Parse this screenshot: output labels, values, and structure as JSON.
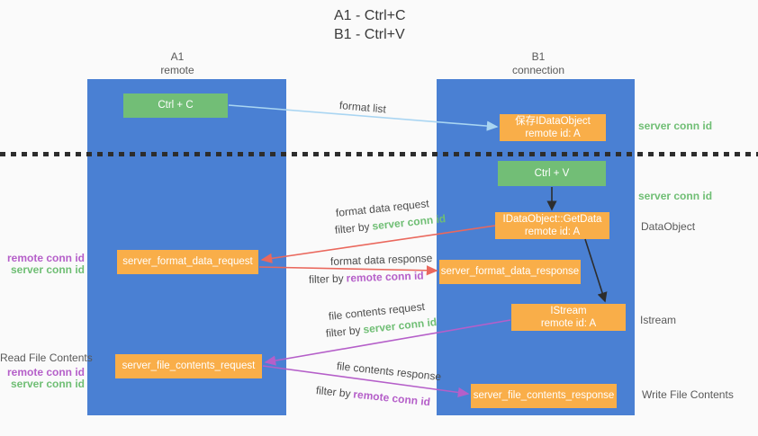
{
  "title": {
    "line1": "A1 - Ctrl+C",
    "line2": "B1 - Ctrl+V"
  },
  "columns": {
    "a1": {
      "name": "A1",
      "subtitle": "remote"
    },
    "b1": {
      "name": "B1",
      "subtitle": "connection"
    }
  },
  "nodes": {
    "ctrl_c": {
      "label": "Ctrl + C"
    },
    "save_idataobject": {
      "line1": "保存IDataObject",
      "line2": "remote id: A"
    },
    "ctrl_v": {
      "label": "Ctrl + V"
    },
    "getdata": {
      "line1": "IDataObject::GetData",
      "line2": "remote id: A"
    },
    "format_request": {
      "label": "server_format_data_request"
    },
    "format_response": {
      "label": "server_format_data_response"
    },
    "istream": {
      "line1": "IStream",
      "line2": "remote id: A"
    },
    "file_request": {
      "label": "server_file_contents_request"
    },
    "file_response": {
      "label": "server_file_contents_response"
    }
  },
  "edge_labels": {
    "format_list": "format list",
    "format_data_request": "format data request",
    "format_data_response": "format data response",
    "file_contents_request": "file contents request",
    "file_contents_response": "file contents response",
    "filter_by": "filter by",
    "server_conn_id": "server conn id",
    "remote_conn_id": "remote conn id"
  },
  "side_labels": {
    "right_server_conn_id_1": "server conn id",
    "right_server_conn_id_2": "server conn id",
    "dataobject": "DataObject",
    "istream": "Istream",
    "write_file_contents": "Write File Contents",
    "read_file_contents": "Read File Contents",
    "left_remote_conn_id_1": "remote conn id",
    "left_server_conn_id_1": "server conn id",
    "left_remote_conn_id_2": "remote conn id",
    "left_server_conn_id_2": "server conn id"
  },
  "colors": {
    "column_blue": "#4a80d3",
    "green": "#72be76",
    "orange": "#f9ae49",
    "salmon_arrow": "#ea685d",
    "purple": "#b55fc9",
    "light_blue_arrow": "#a9d5f2",
    "green_text": "#6fbe74",
    "gray_text": "#595959",
    "black_arrow": "#2d2d2d"
  }
}
